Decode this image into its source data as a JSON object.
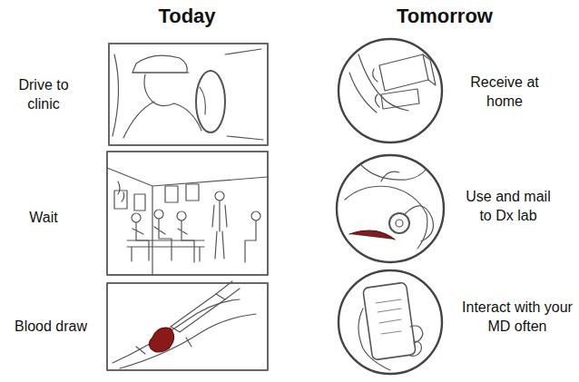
{
  "diagram": {
    "labels": [
      "Today",
      "Tomorrow",
      "Drive to clinic",
      "Receive at home",
      "Wait",
      "Use and mail to Dx lab",
      "Blood draw",
      "Interact with your MD often"
    ]
  }
}
